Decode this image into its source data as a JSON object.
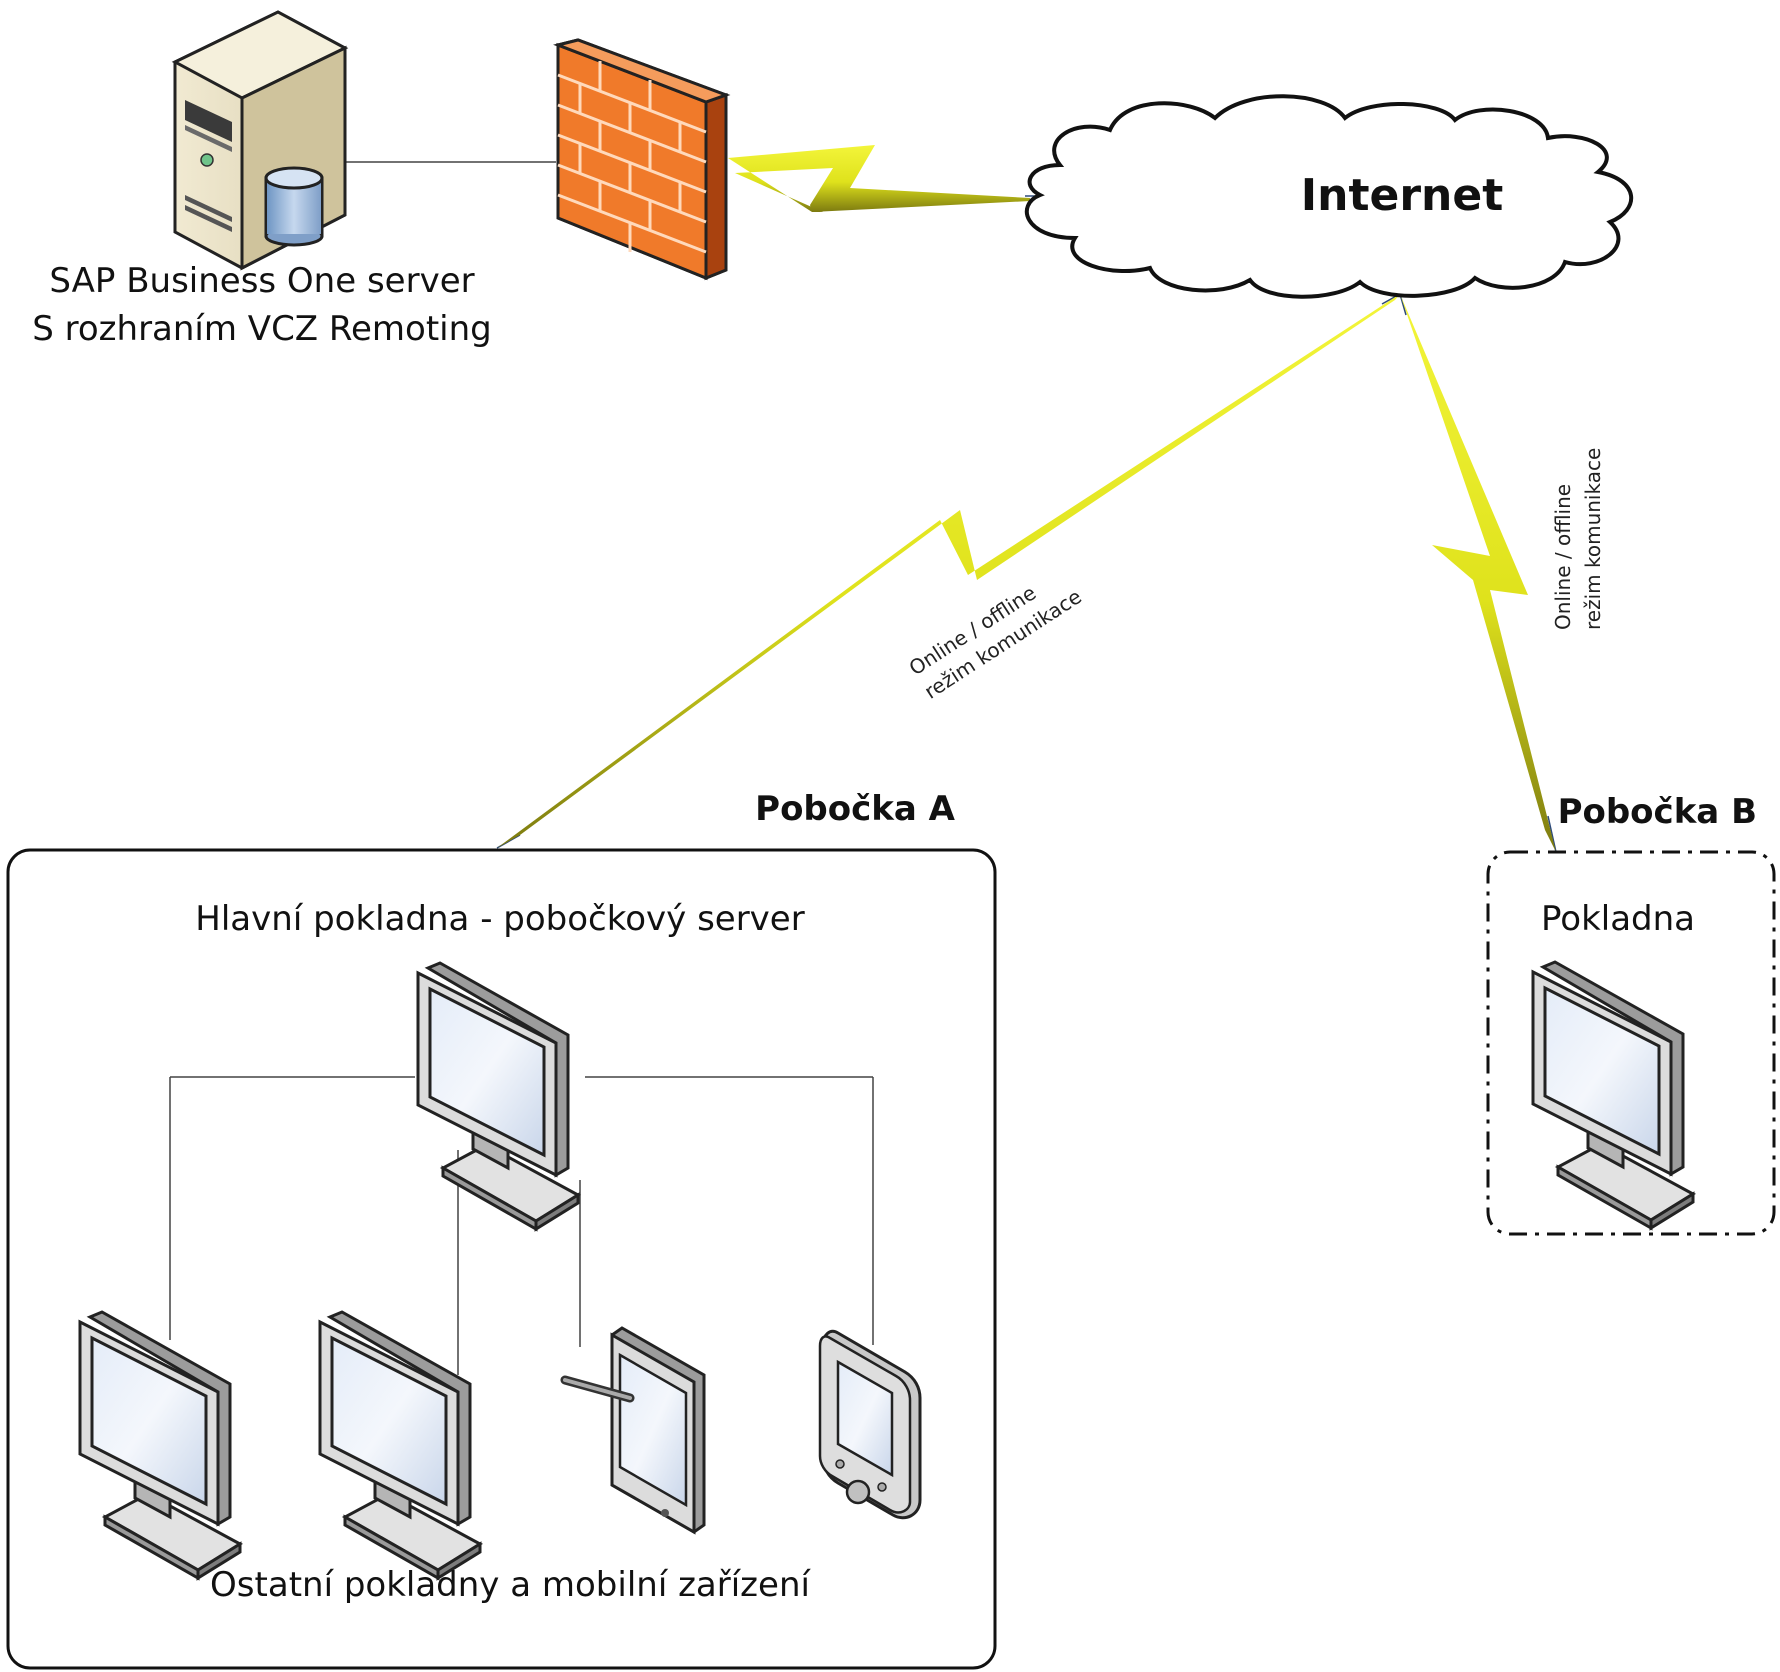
{
  "server": {
    "label_line1": "SAP Business One server",
    "label_line2": "S rozhraním VCZ Remoting"
  },
  "internet": {
    "label": "Internet"
  },
  "link_label": {
    "line1": "Online / offline",
    "line2": "režim komunikace"
  },
  "branch_a": {
    "title": "Pobočka A",
    "main_label": "Hlavní pokladna - pobočkový server",
    "others_label": "Ostatní pokladny a mobilní zařízení"
  },
  "branch_b": {
    "title": "Pobočka B",
    "pos_label": "Pokladna"
  },
  "icons": [
    "server-icon",
    "database-icon",
    "firewall-icon",
    "cloud-icon",
    "monitor-icon",
    "tablet-icon",
    "pda-icon",
    "lightning-link-icon"
  ],
  "colors": {
    "firewall": "#f07a2a",
    "lightning": "#e9ef1a",
    "screen": "#dfe8f6",
    "line": "#444444"
  }
}
